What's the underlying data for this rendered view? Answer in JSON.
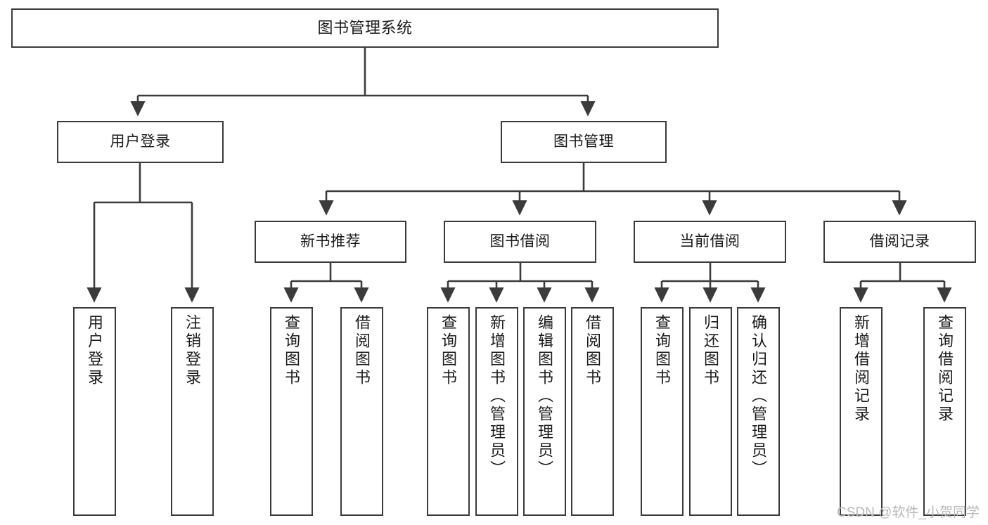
{
  "diagram": {
    "title": "图书管理系统",
    "watermark": "CSDN @软件_小贺同学",
    "stroke_color": "#3b3b3b",
    "background_color": "#ffffff",
    "text_color": "#1a1a1a",
    "watermark_color": "#b9b9b9",
    "type": "tree-hierarchy",
    "root": {
      "label": "图书管理系统"
    },
    "level2": [
      {
        "label": "用户登录"
      },
      {
        "label": "图书管理"
      }
    ],
    "level3": [
      {
        "label": "新书推荐"
      },
      {
        "label": "图书借阅"
      },
      {
        "label": "当前借阅"
      },
      {
        "label": "借阅记录"
      }
    ],
    "leaves": {
      "user_login": [
        {
          "label": "用户登录"
        },
        {
          "label": "注销登录"
        }
      ],
      "new_book_recommend": [
        {
          "label": "查询图书"
        },
        {
          "label": "借阅图书"
        }
      ],
      "book_borrow": [
        {
          "label": "查询图书"
        },
        {
          "label": "新增图书（管理员）"
        },
        {
          "label": "编辑图书（管理员）"
        },
        {
          "label": "借阅图书"
        }
      ],
      "current_borrow": [
        {
          "label": "查询图书"
        },
        {
          "label": "归还图书"
        },
        {
          "label": "确认归还（管理员）"
        }
      ],
      "borrow_record": [
        {
          "label": "新增借阅记录"
        },
        {
          "label": "查询借阅记录"
        }
      ]
    }
  }
}
